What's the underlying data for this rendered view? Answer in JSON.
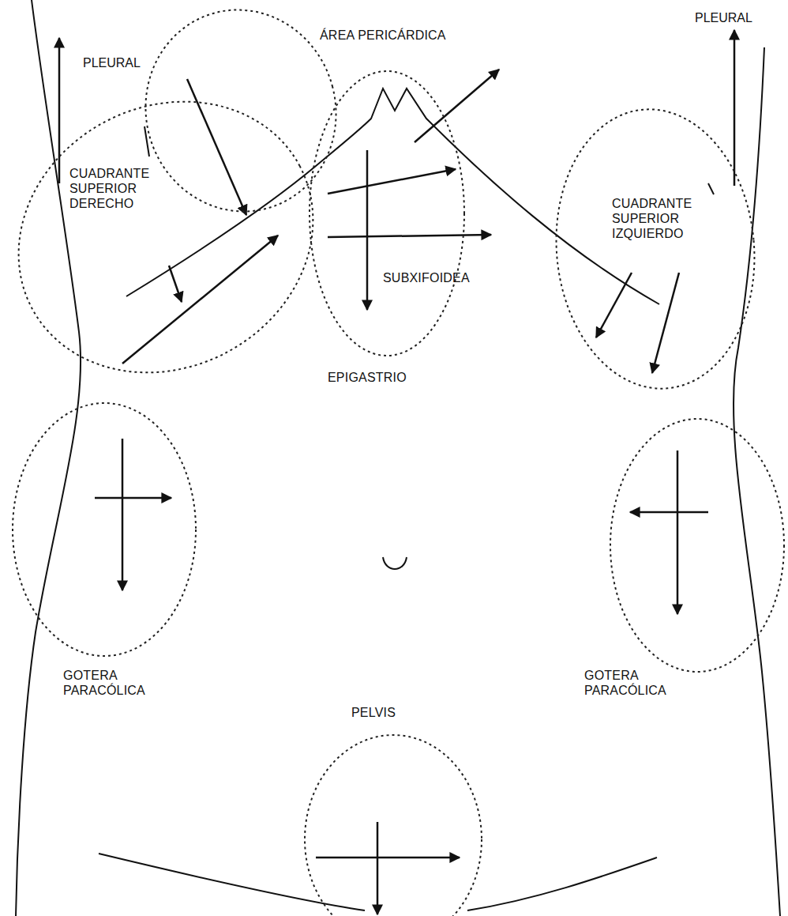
{
  "diagram": {
    "nodes": [
      {
        "text": [
          "CUADRANTE SUPERIOR DERECHO"
        ]
      },
      {
        "text": [
          "ÁREA PERICÁRDICA",
          "SUBXIFOIDEA",
          "EPIGASTRIO"
        ]
      },
      {
        "text": [
          "CUADRANTE SUPERIOR IZQUIERDO"
        ]
      },
      {
        "text": [
          "GOTERA PARACÓLICA"
        ]
      },
      {
        "text": [
          "GOTERA PARACÓLICA"
        ]
      },
      {
        "text": [
          "PELVIS"
        ]
      }
    ],
    "labels": [
      "PLEURAL",
      "PLEURAL"
    ]
  }
}
